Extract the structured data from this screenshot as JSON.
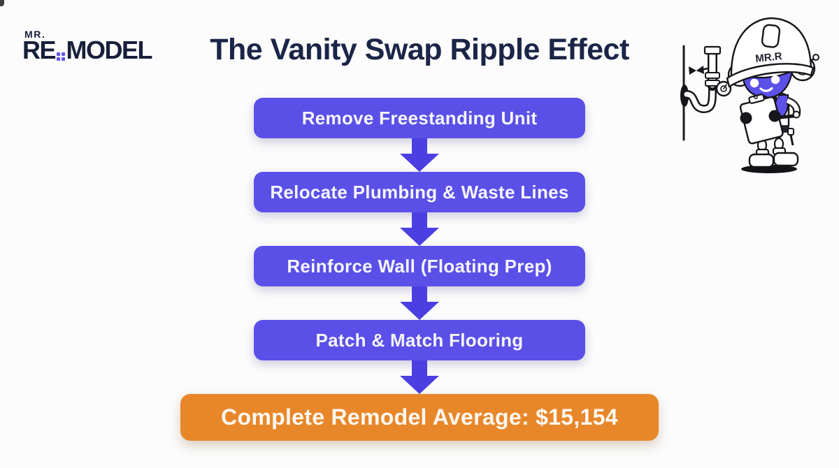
{
  "brand": {
    "prefix": "MR.",
    "word_start": "RE",
    "word_end": "MODEL"
  },
  "header": {
    "title": "The Vanity Swap Ripple Effect"
  },
  "flow": {
    "steps": [
      {
        "label": "Remove Freestanding Unit"
      },
      {
        "label": "Relocate Plumbing & Waste Lines"
      },
      {
        "label": "Reinforce Wall (Floating Prep)"
      },
      {
        "label": "Patch & Match Flooring"
      }
    ],
    "result": {
      "label": "Complete Remodel Average: $15,154"
    }
  },
  "mascot": {
    "hat_label": "MR.R"
  },
  "colors": {
    "step_box": "#5a50e8",
    "arrow": "#4b3fe2",
    "result_box": "#e8872a",
    "title_text": "#1b2547",
    "logo_text": "#181f3a",
    "logo_accent": "#6355e8",
    "mascot_face": "#5b50e8",
    "background": "#fcfcfc"
  }
}
